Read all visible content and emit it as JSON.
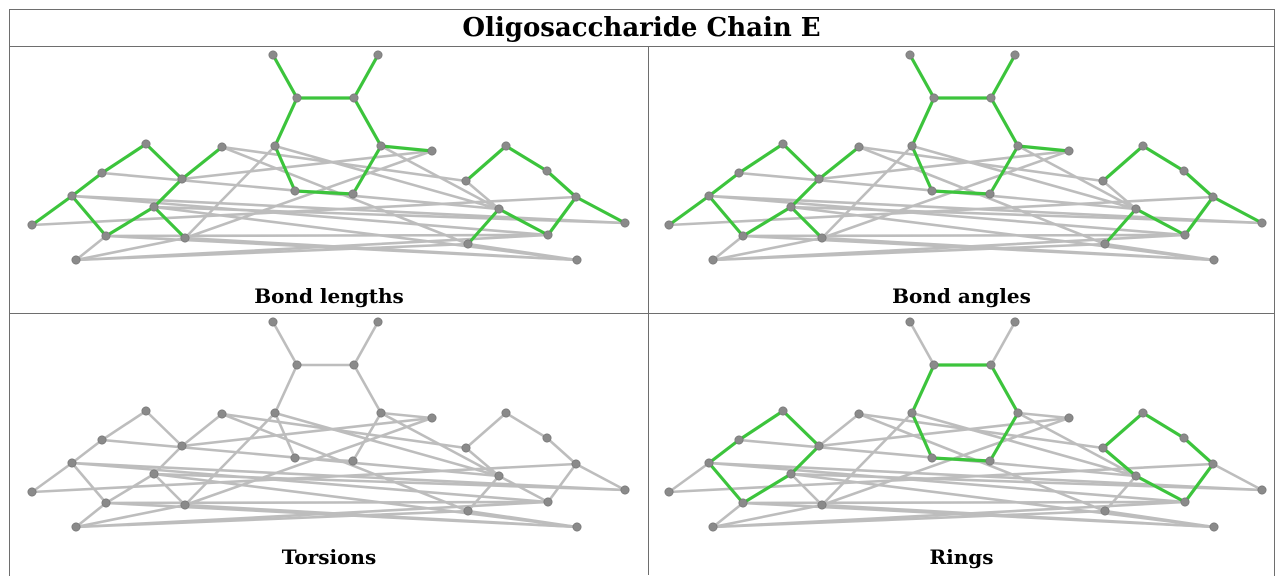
{
  "title": "Oligosaccharide Chain E",
  "panels": [
    {
      "label": "Bond lengths",
      "highlight": "all"
    },
    {
      "label": "Bond angles",
      "highlight": "all"
    },
    {
      "label": "Torsions",
      "highlight": "none"
    },
    {
      "label": "Rings",
      "highlight": "rings"
    }
  ],
  "colors": {
    "highlight": "#3cc43c",
    "bond": "#bdbdbd",
    "atom": "#8a8a8a",
    "grid": "#6e6e6e"
  }
}
